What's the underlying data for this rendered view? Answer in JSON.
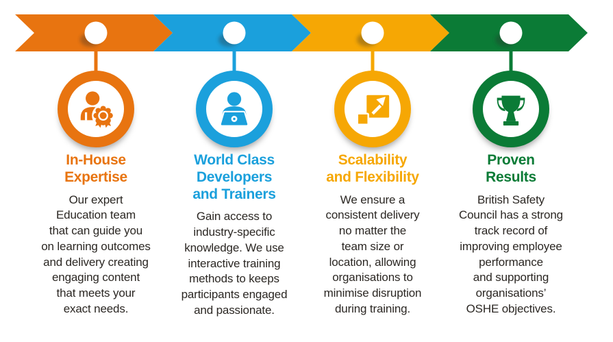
{
  "title": "Training benefits infographic",
  "banner": {
    "segments": [
      {
        "name": "in-house-expertise",
        "color": "#E87410"
      },
      {
        "name": "world-class-developers-and-trainers",
        "color": "#1BA0DC"
      },
      {
        "name": "scalability-and-flexibility",
        "color": "#F6A704"
      },
      {
        "name": "proven-results",
        "color": "#0B7B36"
      }
    ]
  },
  "columns": [
    {
      "icon": "person-award-icon",
      "color": "#E87410",
      "heading": [
        "In-House",
        "Expertise"
      ],
      "body": [
        "Our expert",
        "Education team",
        "that can guide you",
        "on learning outcomes",
        "and delivery creating",
        "engaging content",
        "that meets your",
        "exact needs."
      ]
    },
    {
      "icon": "trainer-at-laptop-icon",
      "color": "#1BA0DC",
      "heading": [
        "World Class",
        "Developers",
        "and Trainers"
      ],
      "body": [
        "Gain access to",
        "industry-specific",
        "knowledge. We use",
        "interactive training",
        "methods to keeps",
        "participants engaged",
        "and passionate."
      ]
    },
    {
      "icon": "scale-expand-icon",
      "color": "#F6A704",
      "heading": [
        "Scalability",
        "and Flexibility"
      ],
      "body": [
        "We ensure a",
        "consistent delivery",
        "no matter the",
        "team size or",
        "location, allowing",
        "organisations to",
        "minimise disruption",
        "during training."
      ]
    },
    {
      "icon": "trophy-icon",
      "color": "#0B7B36",
      "heading": [
        "Proven",
        "Results"
      ],
      "body": [
        "British Safety",
        "Council has a strong",
        "track record of",
        "improving employee",
        "performance",
        "and supporting",
        "organisations’",
        "OSHE objectives."
      ]
    }
  ]
}
